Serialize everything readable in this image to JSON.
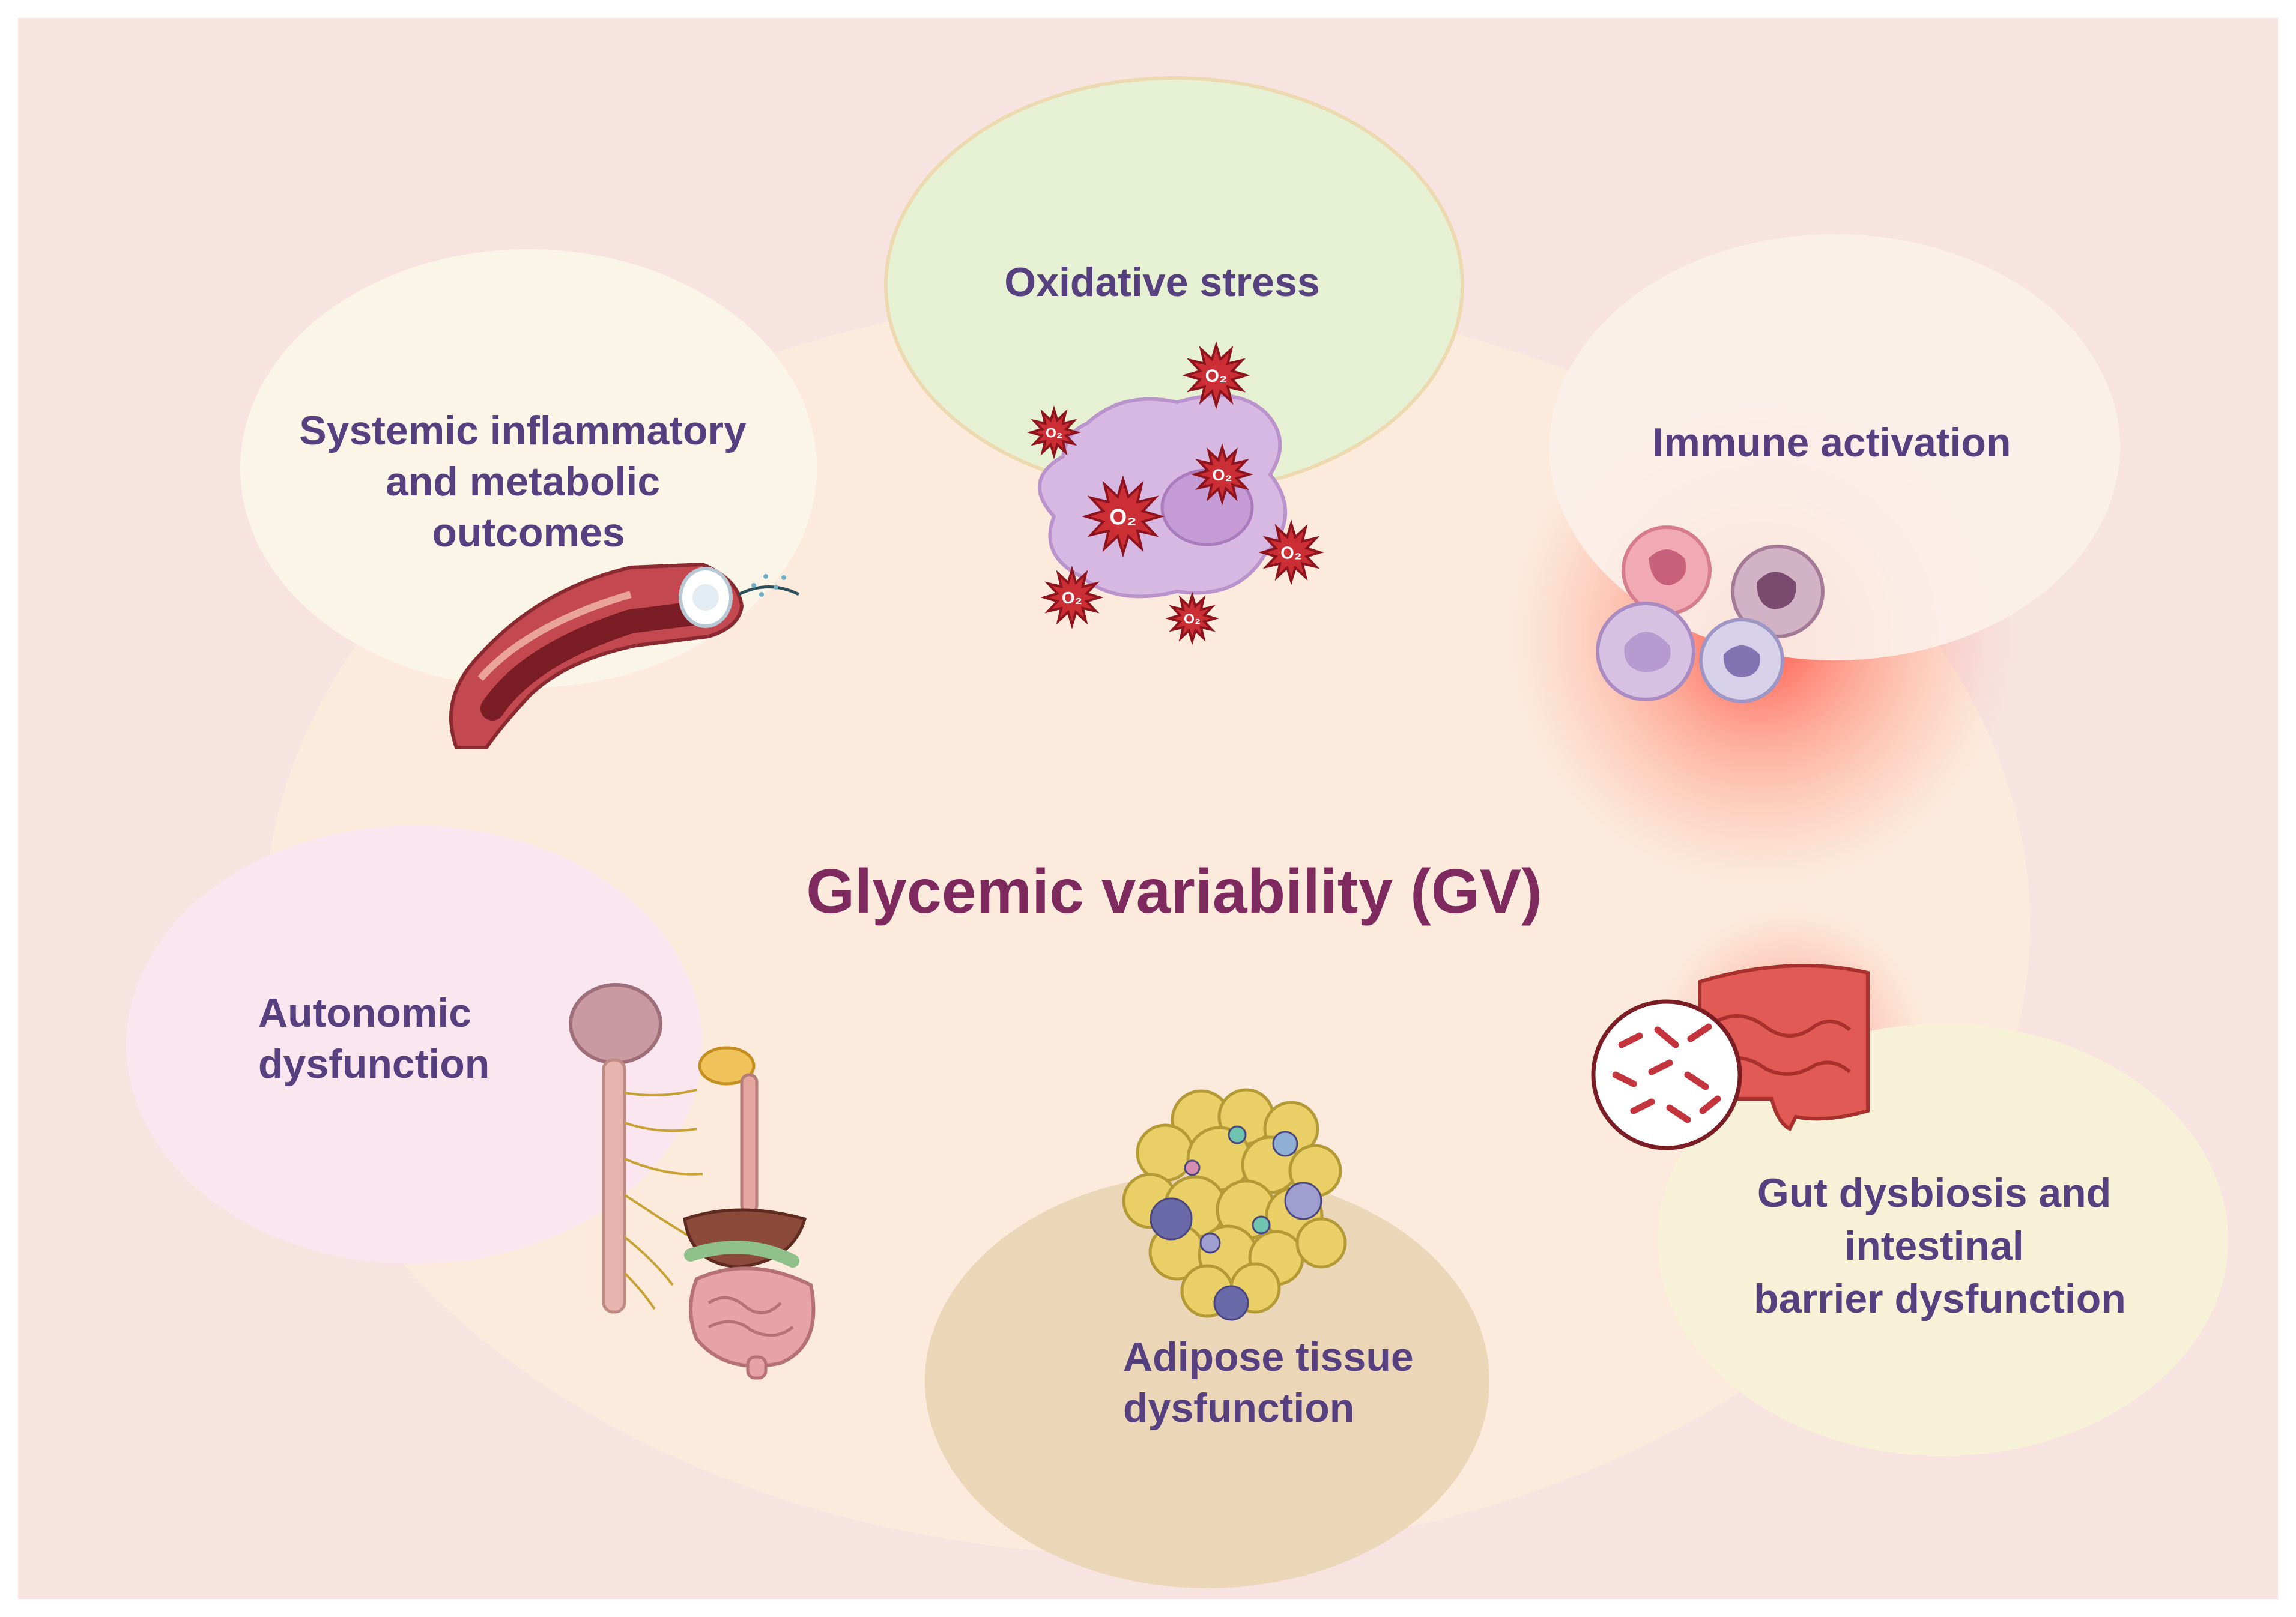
{
  "center": {
    "title": "Glycemic variability (GV)"
  },
  "nodes": {
    "oxidative_stress": {
      "label_lines": [
        "Oxidative stress"
      ],
      "glyph": "O₂"
    },
    "systemic": {
      "label_lines": [
        "Systemic inflammatory",
        "and metabolic",
        "outcomes"
      ]
    },
    "immune": {
      "label_lines": [
        "Immune activation"
      ]
    },
    "autonomic": {
      "label_lines": [
        "Autonomic",
        "dysfunction"
      ]
    },
    "adipose": {
      "label_lines": [
        "Adipose tissue",
        "dysfunction"
      ]
    },
    "gut": {
      "label_lines": [
        "Gut dysbiosis and",
        "intestinal",
        "barrier dysfunction"
      ]
    }
  },
  "colors": {
    "outer_bg": "#f7e3e0",
    "central": "#fcebdc",
    "oxidative": "#e6f1d3",
    "systemic": "#fbf5e8",
    "immune": "#fbf1ea",
    "autonomic": "#fae6ef",
    "adipose": "#ebd6b8",
    "gut": "#f7f1d7",
    "title": "#7f2a5e",
    "label": "#574080"
  },
  "icons": [
    "blood-vessel-icon",
    "oxidized-cell-icon",
    "immune-cells-icon",
    "nervous-system-organs-icon",
    "adipocyte-cluster-icon",
    "intestine-bacteria-icon"
  ]
}
